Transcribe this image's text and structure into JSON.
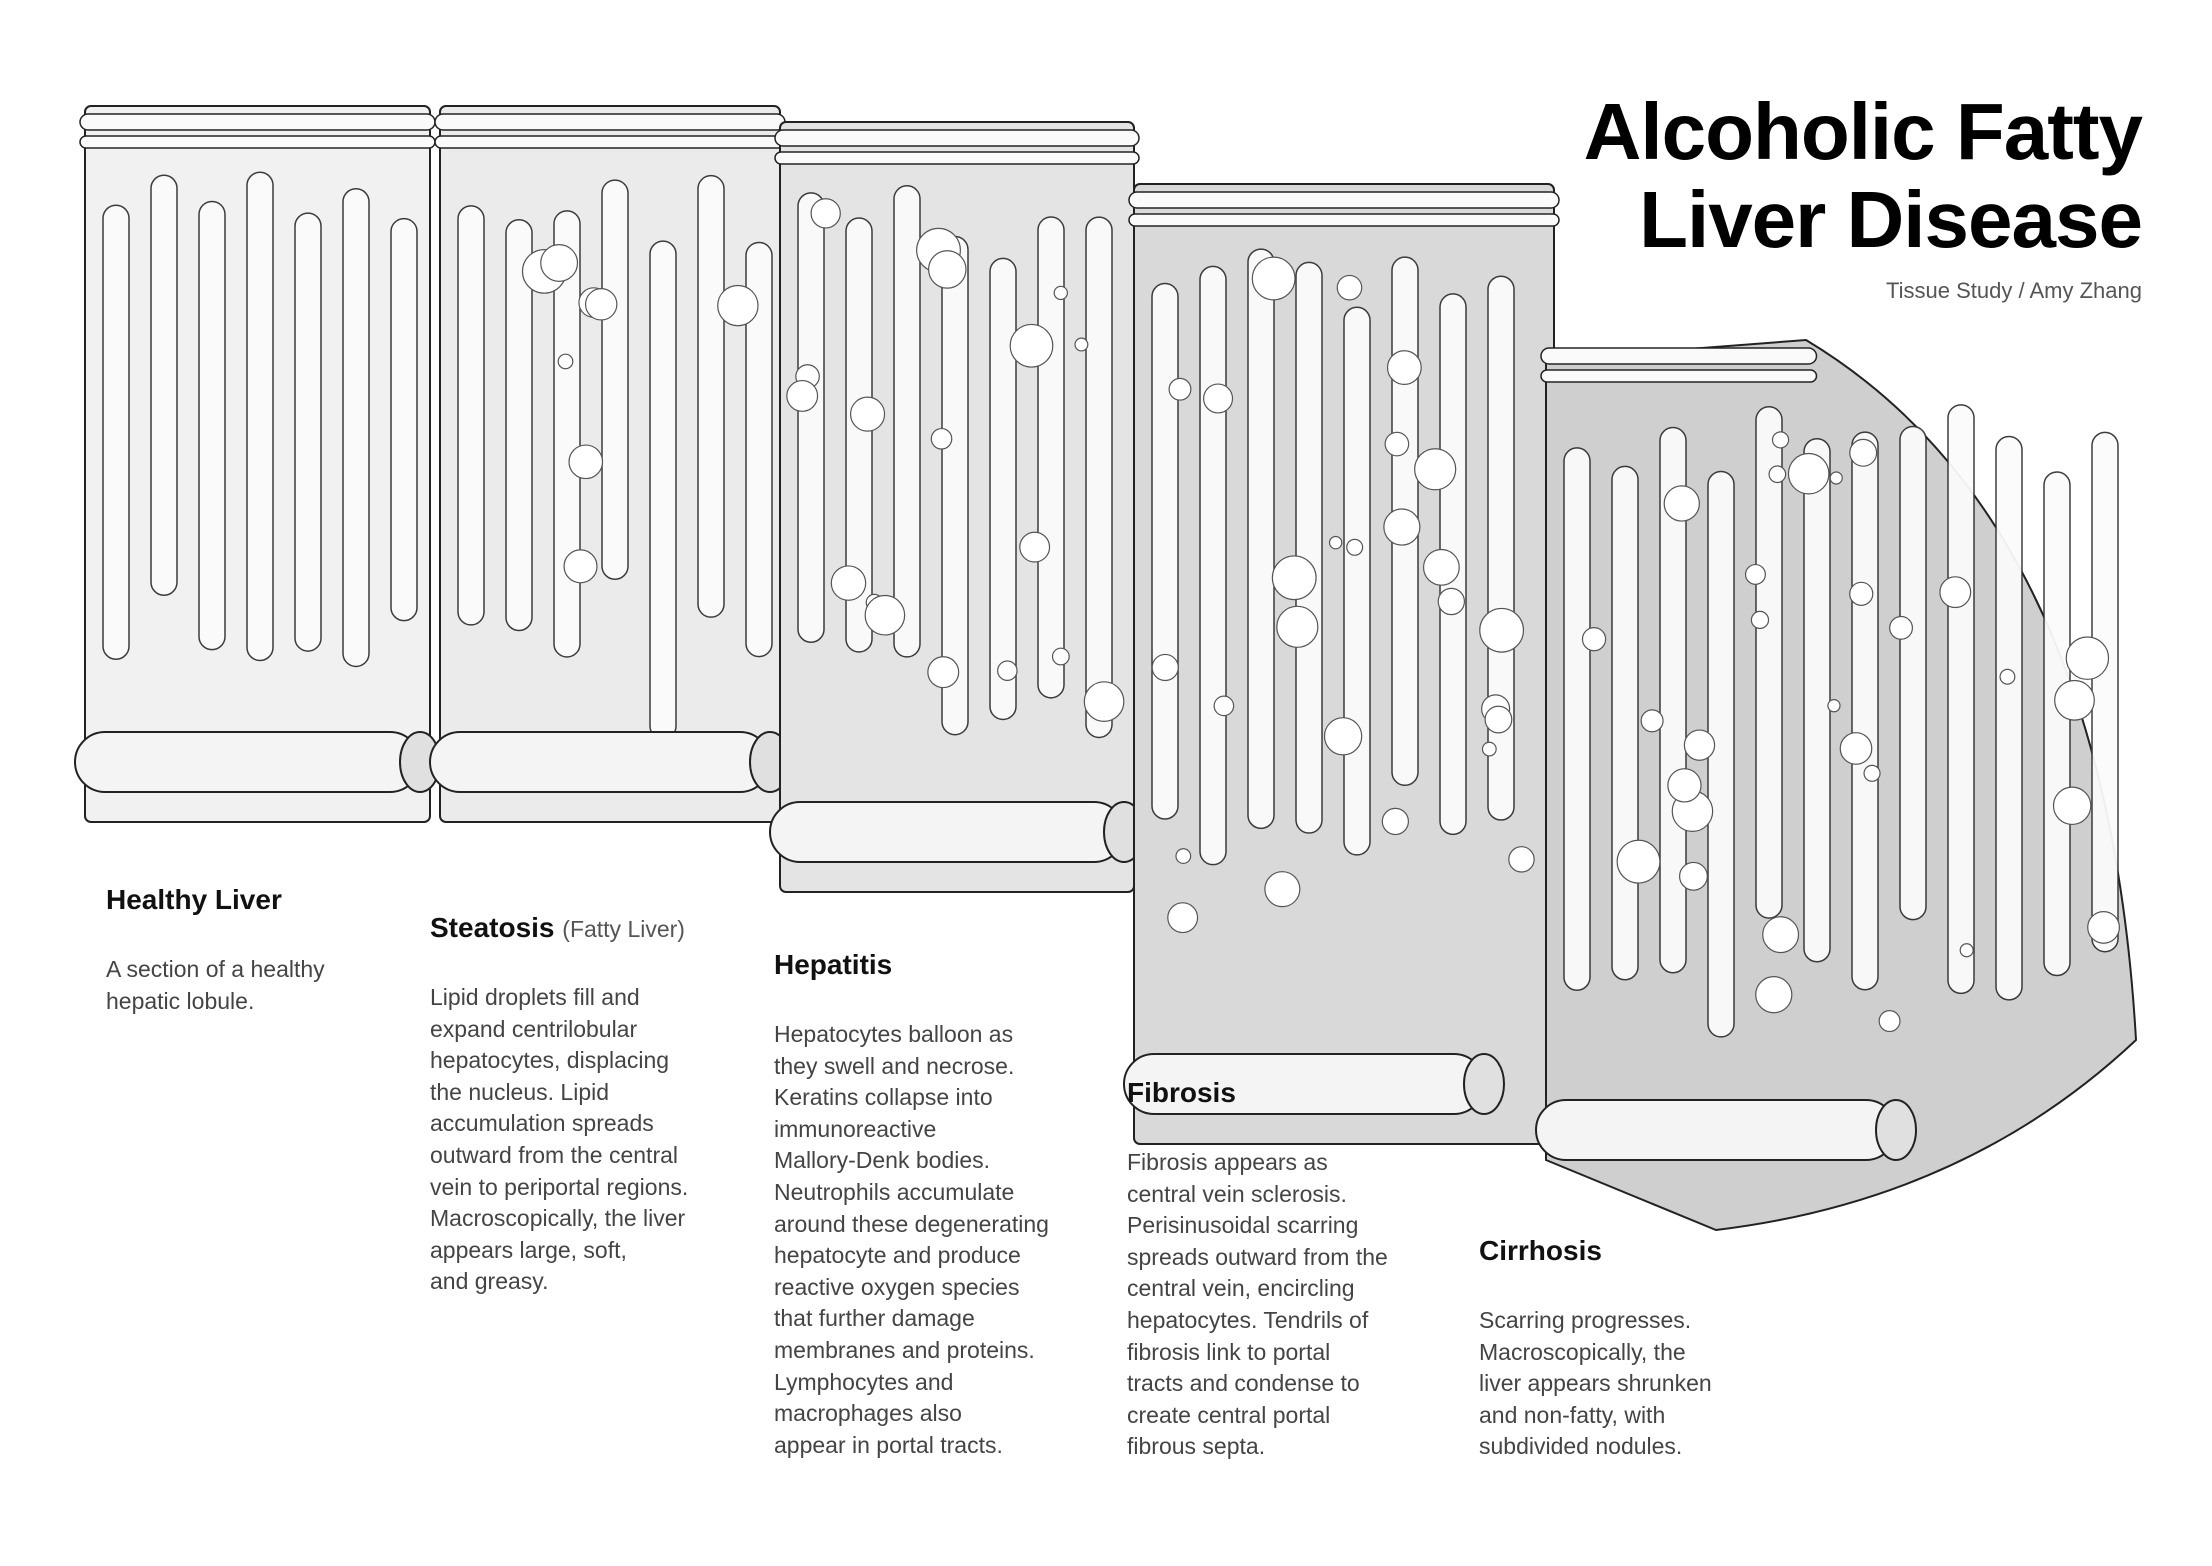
{
  "header": {
    "title_line1": "Alcoholic Fatty",
    "title_line2": "Liver Disease",
    "subtitle": "Tissue Study / Amy Zhang"
  },
  "stages": [
    {
      "heading": "Healthy Liver",
      "subheading": "",
      "body": "A section of a healthy\nhepatic lobule."
    },
    {
      "heading": "Steatosis",
      "subheading": "(Fatty Liver)",
      "body": "Lipid droplets fill and\nexpand centrilobular\nhepatocytes, displacing\nthe nucleus. Lipid\naccumulation spreads\noutward from the central\nvein to periportal regions.\nMacroscopically, the liver\nappears large, soft,\nand greasy."
    },
    {
      "heading": "Hepatitis",
      "subheading": "",
      "body": "Hepatocytes balloon as\nthey swell and necrose.\nKeratins collapse into\nimmunoreactive\nMallory-Denk bodies.\nNeutrophils accumulate\naround these degenerating\nhepatocyte and produce\nreactive oxygen species\nthat further damage\nmembranes and proteins.\nLymphocytes and\nmacrophages also\nappear in portal tracts."
    },
    {
      "heading": "Fibrosis",
      "subheading": "",
      "body": "Fibrosis appears as\ncentral vein sclerosis.\nPerisinusoidal scarring\nspreads outward from the\ncentral vein, encircling\nhepatocytes. Tendrils of\nfibrosis link to portal\ntracts and condense to\ncreate central portal\nfibrous septa."
    },
    {
      "heading": "Cirrhosis",
      "subheading": "",
      "body": "Scarring progresses.\nMacroscopically, the\nliver appears shrunken\nand non-fatty, with\nsubdivided nodules."
    }
  ]
}
